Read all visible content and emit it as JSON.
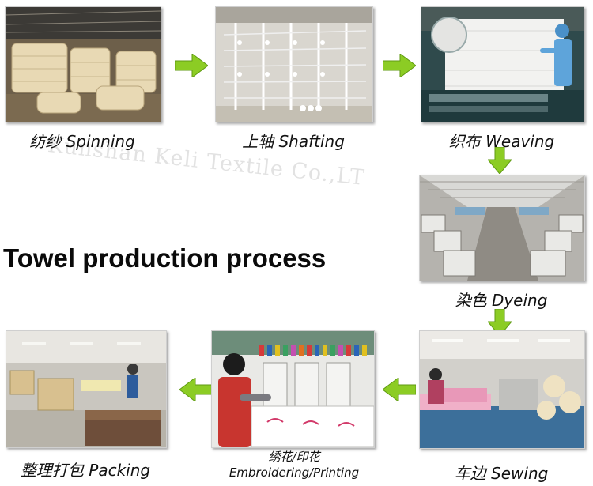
{
  "title": "Towel production process",
  "watermark": "Kunshan Keli Textile Co.,LT",
  "steps": [
    {
      "id": "spinning",
      "zh": "纺纱",
      "en": "Spinning"
    },
    {
      "id": "shafting",
      "zh": "上轴",
      "en": "Shafting"
    },
    {
      "id": "weaving",
      "zh": "织布",
      "en": "Weaving"
    },
    {
      "id": "dyeing",
      "zh": "染色",
      "en": "Dyeing"
    },
    {
      "id": "sewing",
      "zh": "车边",
      "en": "Sewing"
    },
    {
      "id": "embroidering",
      "zh": "绣花/印花",
      "en": "Embroidering/Printing"
    },
    {
      "id": "packing",
      "zh": "整理打包",
      "en": "Packing"
    }
  ],
  "arrow_color": "#8ccc24",
  "arrow_icon": "green-arrow-icon"
}
